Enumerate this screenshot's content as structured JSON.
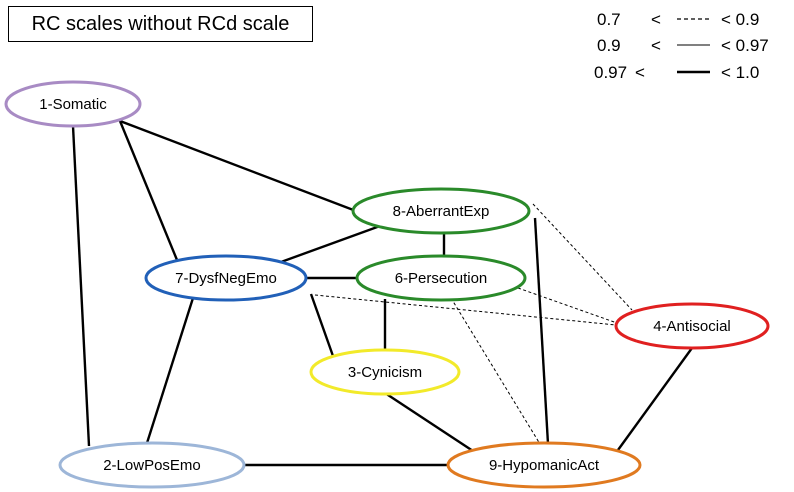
{
  "title": "RC scales without RCd scale",
  "colors": {
    "somatic": "#a88bc4",
    "lowposemo": "#9db6d8",
    "dysfnegemo": "#2160b8",
    "aberrantexp": "#2a8a2a",
    "persecution": "#2a8a2a",
    "cynicism": "#f2ea2a",
    "antisocial": "#e02020",
    "hypomanicact": "#e07a20",
    "edge": "#000000"
  },
  "nodes": [
    {
      "id": "somatic",
      "label": "1-Somatic",
      "color": "#a88bc4"
    },
    {
      "id": "lowposemo",
      "label": "2-LowPosEmo",
      "color": "#9db6d8"
    },
    {
      "id": "cynicism",
      "label": "3-Cynicism",
      "color": "#f2ea2a"
    },
    {
      "id": "antisocial",
      "label": "4-Antisocial",
      "color": "#e02020"
    },
    {
      "id": "persecution",
      "label": "6-Persecution",
      "color": "#2a8a2a"
    },
    {
      "id": "dysfnegemo",
      "label": "7-DysfNegEmo",
      "color": "#2160b8"
    },
    {
      "id": "aberrantexp",
      "label": "8-AberrantExp",
      "color": "#2a8a2a"
    },
    {
      "id": "hypomanicact",
      "label": "9-HypomanicAct",
      "color": "#e07a20"
    }
  ],
  "edges": [
    {
      "from": "somatic",
      "to": "aberrantexp",
      "strength": "strong"
    },
    {
      "from": "somatic",
      "to": "dysfnegemo",
      "strength": "strong"
    },
    {
      "from": "somatic",
      "to": "lowposemo",
      "strength": "strong"
    },
    {
      "from": "aberrantexp",
      "to": "dysfnegemo",
      "strength": "strong"
    },
    {
      "from": "aberrantexp",
      "to": "persecution",
      "strength": "strong"
    },
    {
      "from": "aberrantexp",
      "to": "hypomanicact",
      "strength": "strong"
    },
    {
      "from": "aberrantexp",
      "to": "antisocial",
      "strength": "weak"
    },
    {
      "from": "dysfnegemo",
      "to": "persecution",
      "strength": "strong"
    },
    {
      "from": "dysfnegemo",
      "to": "cynicism",
      "strength": "strong"
    },
    {
      "from": "dysfnegemo",
      "to": "lowposemo",
      "strength": "strong"
    },
    {
      "from": "dysfnegemo",
      "to": "antisocial",
      "strength": "weak"
    },
    {
      "from": "persecution",
      "to": "cynicism",
      "strength": "strong"
    },
    {
      "from": "persecution",
      "to": "antisocial",
      "strength": "weak"
    },
    {
      "from": "persecution",
      "to": "hypomanicact",
      "strength": "weak"
    },
    {
      "from": "cynicism",
      "to": "hypomanicact",
      "strength": "strong"
    },
    {
      "from": "lowposemo",
      "to": "hypomanicact",
      "strength": "strong"
    },
    {
      "from": "antisocial",
      "to": "hypomanicact",
      "strength": "strong"
    }
  ],
  "legend": [
    {
      "low": "0.7",
      "lt1": "<",
      "high": "< 0.9",
      "style": "weak"
    },
    {
      "low": "0.9",
      "lt1": "<",
      "high": "< 0.97",
      "style": "medium"
    },
    {
      "low": "0.97",
      "lt1": "<",
      "high": "< 1.0",
      "style": "strong"
    }
  ]
}
